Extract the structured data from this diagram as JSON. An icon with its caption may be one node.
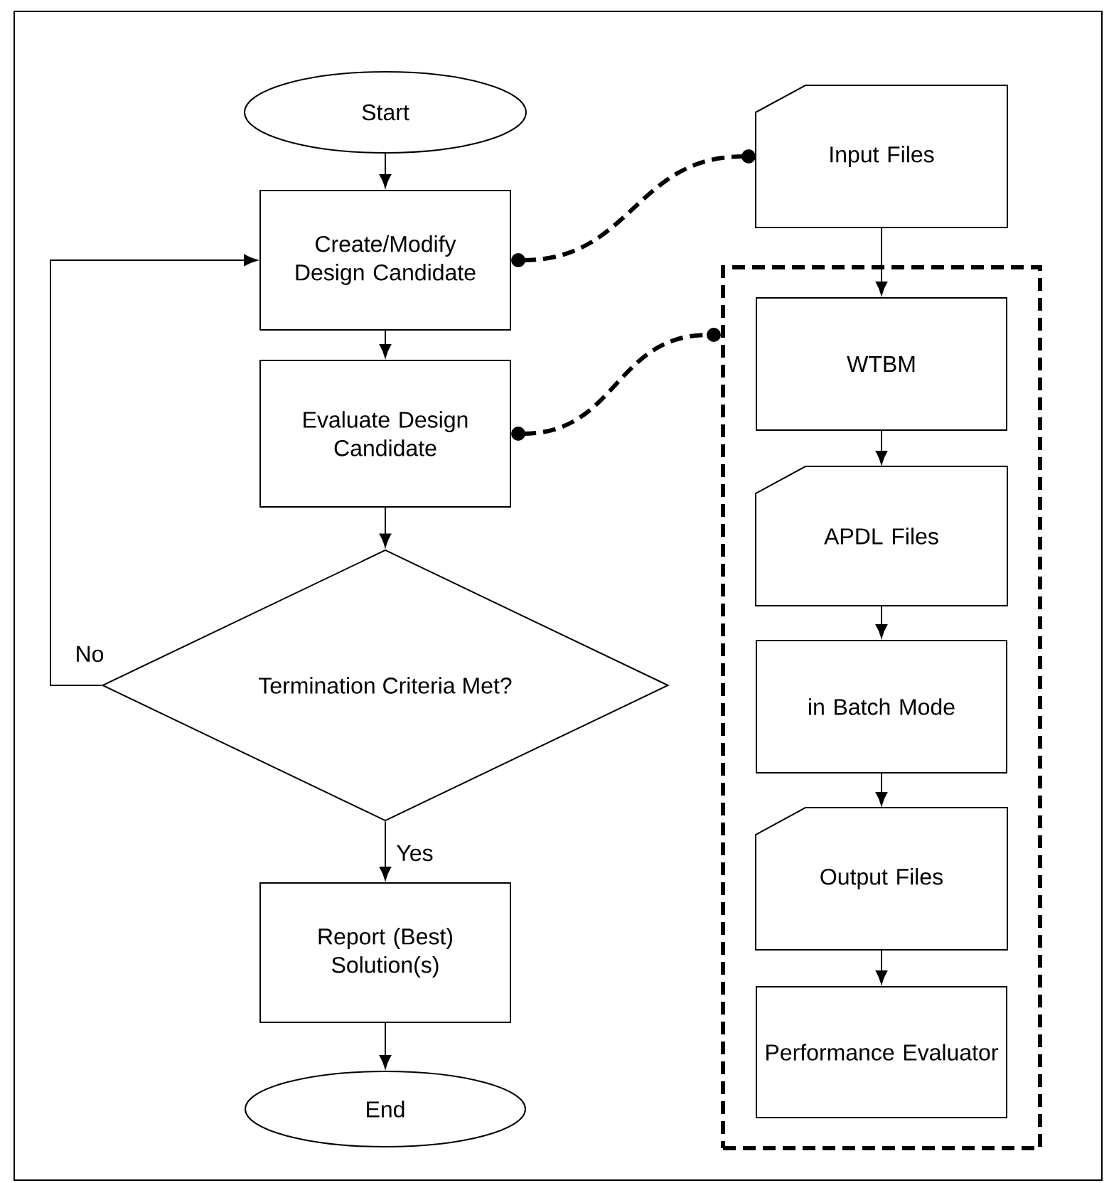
{
  "diagram": {
    "nodes": [
      {
        "text": [
          "Start"
        ]
      },
      {
        "text": [
          "Create/Modify Design Candidate"
        ]
      },
      {
        "text": [
          "Evaluate Design Candidate"
        ]
      },
      {
        "text": [
          "Termination Criteria Met?"
        ]
      },
      {
        "text": [
          "Report (Best) Solution(s)"
        ]
      },
      {
        "text": [
          "End"
        ]
      },
      {
        "text": [
          "Input Files"
        ]
      },
      {
        "text": [],
        "shape": "box"
      },
      {
        "text": [
          "WTBM"
        ],
        "in": 7
      },
      {
        "text": [
          "APDL Files"
        ],
        "in": 7
      },
      {
        "text": [
          "in Batch Mode"
        ],
        "in": 7
      },
      {
        "text": [
          "Output Files"
        ],
        "in": 7
      },
      {
        "text": [
          "Performance Evaluator"
        ],
        "in": 7
      }
    ],
    "edges": [
      {
        "from": 0,
        "to": 1,
        "arrow": "to"
      },
      {
        "from": 1,
        "to": 2,
        "arrow": "to"
      },
      {
        "from": 2,
        "to": 3,
        "arrow": "to"
      },
      {
        "from": 3,
        "to": 4,
        "arrow": "to",
        "label": "Yes"
      },
      {
        "from": 4,
        "to": 5,
        "arrow": "to"
      },
      {
        "from": 3,
        "to": 1,
        "arrow": "to",
        "label": "No"
      },
      {
        "from": 1,
        "to": 6,
        "arrow": "other",
        "style": "dashed"
      },
      {
        "from": 2,
        "to": 7,
        "arrow": "other",
        "style": "dashed"
      },
      {
        "from": 6,
        "to": 8,
        "arrow": "to"
      },
      {
        "from": 8,
        "to": 9,
        "arrow": "to"
      },
      {
        "from": 9,
        "to": 10,
        "arrow": "to"
      },
      {
        "from": 10,
        "to": 11,
        "arrow": "to"
      },
      {
        "from": 11,
        "to": 12,
        "arrow": "to"
      }
    ]
  }
}
